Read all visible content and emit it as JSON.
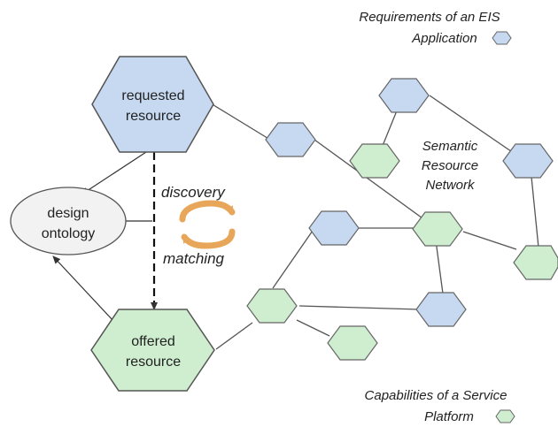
{
  "labels": {
    "requested": [
      "requested",
      "resource"
    ],
    "offered": [
      "offered",
      "resource"
    ],
    "ontology": [
      "design",
      "ontology"
    ],
    "discovery": "discovery",
    "matching": "matching",
    "network": [
      "Semantic",
      "Resource",
      "Network"
    ],
    "legend_requirements": [
      "Requirements of an EIS",
      "Application"
    ],
    "legend_capabilities": [
      "Capabilities of a Service",
      "Platform"
    ]
  },
  "colors": {
    "blue_fill": "#c6d9f1",
    "green_fill": "#cfeecf",
    "stroke": "#555555",
    "cycle_arrow": "#e8a65a"
  },
  "icons": {
    "cycle": "circular-arrows-icon"
  }
}
